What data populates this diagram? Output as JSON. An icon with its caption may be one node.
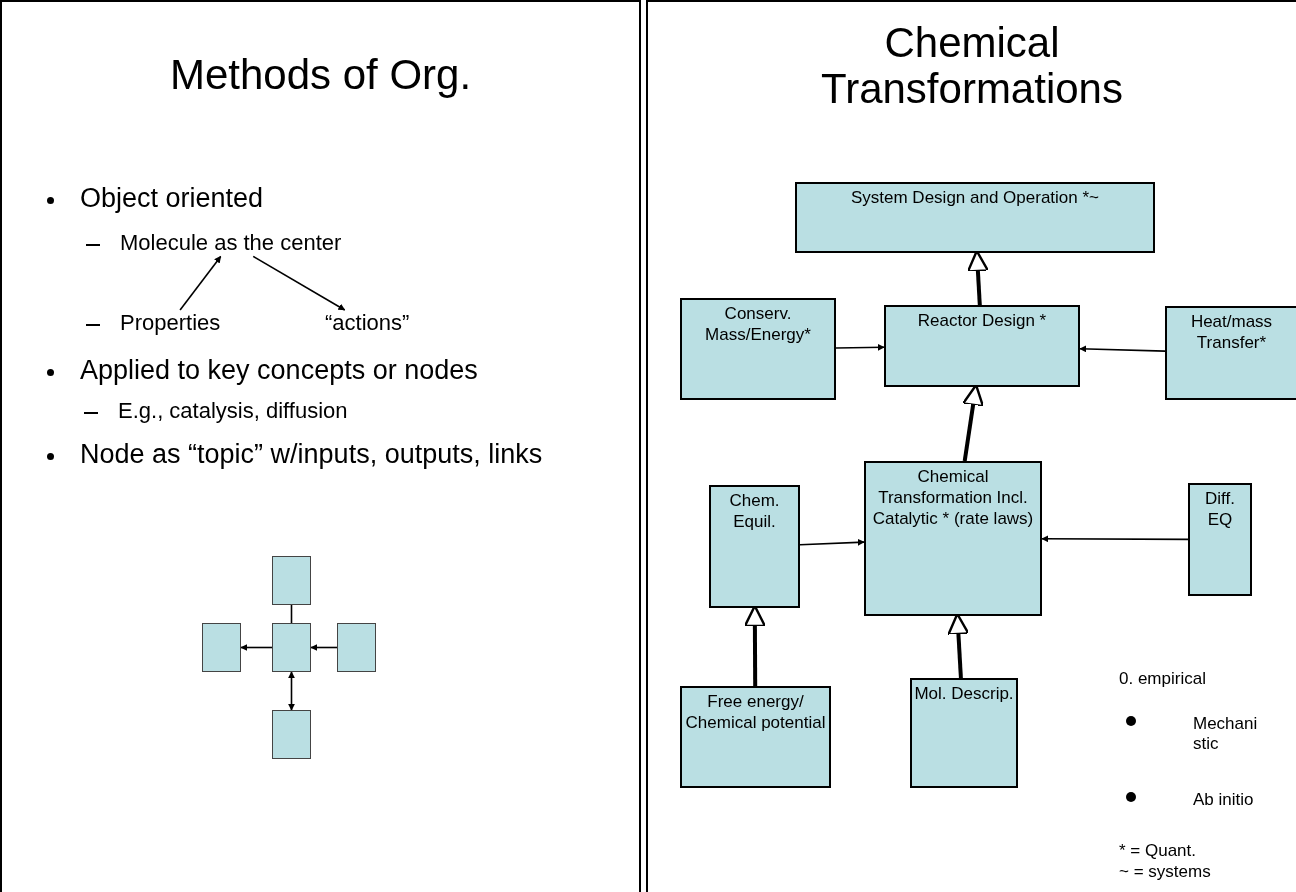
{
  "diagram": {
    "nodes": [
      {
        "text": [
          "Methods of Org."
        ]
      },
      {
        "text": [
          "Molecule as the center"
        ],
        "in": 0
      },
      {
        "text": [
          "Properties"
        ],
        "in": 0
      },
      {
        "text": [
          "“actions”"
        ],
        "in": 0
      },
      {
        "text": [],
        "shape": "box",
        "in": 0
      },
      {
        "text": [],
        "shape": "box",
        "in": 0
      },
      {
        "text": [],
        "shape": "box",
        "in": 0
      },
      {
        "text": [],
        "shape": "box",
        "in": 0
      },
      {
        "text": [],
        "shape": "box",
        "in": 0
      },
      {
        "text": [
          "Chemical Transformations"
        ]
      },
      {
        "text": [
          "System Design and Operation *~"
        ],
        "in": 9
      },
      {
        "text": [
          "Conserv. Mass/Energy*"
        ],
        "in": 9
      },
      {
        "text": [
          "Reactor Design *"
        ],
        "in": 9
      },
      {
        "text": [
          "Heat/mass Transfer*"
        ],
        "in": 9
      },
      {
        "text": [
          "Chem. Equil."
        ],
        "in": 9
      },
      {
        "text": [
          "Chemical Transformation Incl. Catalytic * (rate laws)"
        ],
        "in": 9
      },
      {
        "text": [
          "Diff. EQ"
        ],
        "in": 9
      },
      {
        "text": [
          "Free energy/ Chemical potential"
        ],
        "in": 9
      },
      {
        "text": [
          "Mol. Descrip."
        ],
        "in": 9
      }
    ],
    "edges": [
      {
        "from": 2,
        "to": 1,
        "arrow": "to"
      },
      {
        "from": 1,
        "to": 3,
        "arrow": "to"
      },
      {
        "from": 4,
        "to": 6,
        "arrow": "none"
      },
      {
        "from": 6,
        "to": 5,
        "arrow": "to"
      },
      {
        "from": 7,
        "to": 6,
        "arrow": "to"
      },
      {
        "from": 6,
        "to": 8,
        "arrow": "both"
      },
      {
        "from": 12,
        "to": 10,
        "arrow": "to",
        "style": "thick"
      },
      {
        "from": 11,
        "to": 12,
        "arrow": "to"
      },
      {
        "from": 13,
        "to": 12,
        "arrow": "to"
      },
      {
        "from": 15,
        "to": 12,
        "arrow": "to",
        "style": "thick"
      },
      {
        "from": 14,
        "to": 15,
        "arrow": "to"
      },
      {
        "from": 16,
        "to": 15,
        "arrow": "to"
      },
      {
        "from": 17,
        "to": 14,
        "arrow": "to",
        "style": "thick"
      },
      {
        "from": 18,
        "to": 15,
        "arrow": "to",
        "style": "thick"
      }
    ],
    "labels": [
      "Object oriented",
      "Applied to key concepts or nodes",
      "E.g., catalysis, diffusion",
      "Node as “topic” w/inputs, outputs, links",
      "0. empirical",
      "Mechanistic",
      "Ab initio",
      "* = Quant.",
      "~ = systems"
    ]
  }
}
